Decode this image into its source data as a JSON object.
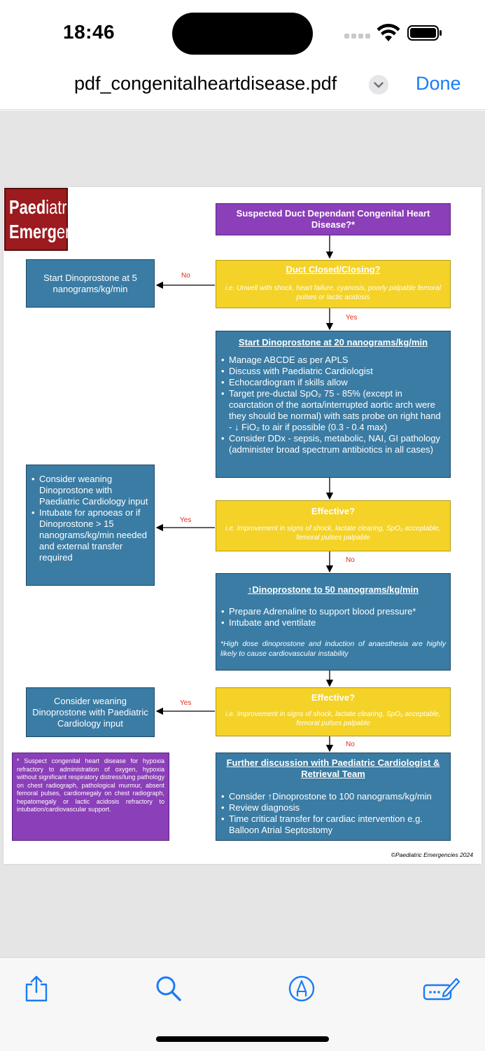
{
  "status": {
    "time": "18:46"
  },
  "nav": {
    "title": "pdf_congenitalheartdisease.pdf",
    "done_label": "Done"
  },
  "colors": {
    "accent": "#1a7cf5",
    "purple": "#8b3fb8",
    "yellow": "#f4d227",
    "blue": "#3a7ca4",
    "arrow_label": "#e02e1e"
  },
  "logo": {
    "line1_a": "Paed",
    "line1_b": "iatric",
    "line2_a": "Emerg",
    "line2_b": "encies"
  },
  "flow": {
    "start": "Suspected Duct Dependant Congenital Heart Disease?*",
    "q1": {
      "title": "Duct Closed/Closing?",
      "detail": "i.e. Unwell with shock, heart failure, cyanosis, poorly palpable femoral pulses or lactic acidosis"
    },
    "no1_label": "No",
    "no1_box": "Start Dinoprostone at 5 nanograms/kg/min",
    "yes1_label": "Yes",
    "step1": {
      "title": "Start Dinoprostone at 20 nanograms/kg/min",
      "items": [
        "Manage ABCDE as per APLS",
        "Discuss with Paediatric Cardiologist",
        "Echocardiogram if skills allow",
        "Target pre-ductal SpO₂ 75 - 85% (except in coarctation of the aorta/interrupted aortic arch were they should be normal) with sats probe on right hand - ↓ FiO₂ to air if possible (0.3 - 0.4 max)",
        "Consider DDx - sepsis, metabolic, NAI, GI pathology (administer broad spectrum antibiotics in all cases)"
      ]
    },
    "q2": {
      "title": "Effective?",
      "detail": "i.e. Improvement in signs of shock, lactate clearing, SpO₂ acceptable, femoral  pulses palpable"
    },
    "yes2_label": "Yes",
    "yes2_box": [
      "Consider weaning Dinoprostone with Paediatric Cardiology input",
      "Intubate for apnoeas or if Dinoprostone > 15 nanograms/kg/min needed and external transfer required"
    ],
    "no2_label": "No",
    "step2": {
      "title": "↑Dinoprostone to 50 nanograms/kg/min",
      "items": [
        "Prepare Adrenaline to support blood pressure*",
        "Intubate and ventilate"
      ],
      "note": "*High dose dinoprostone and induction of anaesthesia are highly likely to cause cardiovascular instability"
    },
    "q3": {
      "title": "Effective?",
      "detail": "i.e. Improvement in signs of shock, lactate clearing, SpO₂ acceptable, femoral  pulses palpable"
    },
    "yes3_label": "Yes",
    "yes3_box": "Consider weaning Dinoprostone with Paediatric Cardiology input",
    "no3_label": "No",
    "step3": {
      "title": "Further discussion with Paediatric Cardiologist & Retrieval Team",
      "items": [
        "Consider ↑Dinoprostone to 100 nanograms/kg/min",
        "Review diagnosis",
        "Time critical transfer for cardiac intervention e.g. Balloon Atrial  Septostomy"
      ]
    },
    "footnote": "* Suspect congenital heart disease for hypoxia refractory to administration of oxygen, hypoxia without significant respiratory distress/lung pathology on chest radiograph, pathological murmur, absent femoral pulses, cardiomegaly on chest radiograph, hepatomegaly or lactic acidosis refractory to intubation/cardiovascular support.",
    "copyright": "©Paediatric Emergencies 2024"
  },
  "toolbar": {
    "icons": [
      "share-icon",
      "search-icon",
      "markup-icon",
      "form-fill-icon"
    ]
  }
}
